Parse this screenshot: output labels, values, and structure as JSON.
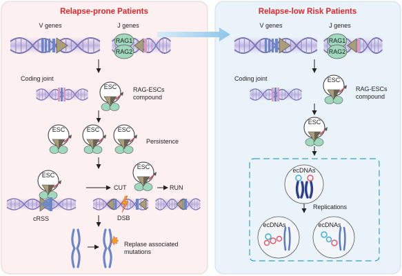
{
  "left_panel": {
    "title": "Relapse-prone Patients",
    "v_genes": "V genes",
    "j_genes": "J genes",
    "rag1": "RAG1",
    "rag2": "RAG2",
    "coding_joint": "Coding joint",
    "esc": "ESC",
    "rag_escs_compound": [
      "RAG-ESCs",
      "compound"
    ],
    "persistence": "Persistence",
    "cut": "CUT",
    "run": "RUN",
    "crss": "cRSS",
    "dsb": "DSB",
    "mutations": [
      "Replase associated",
      "mutations"
    ]
  },
  "right_panel": {
    "title": "Relapse-low Risk Patients",
    "v_genes": "V genes",
    "j_genes": "J genes",
    "rag1": "RAG1",
    "rag2": "RAG2",
    "coding_joint": "Coding joint",
    "esc": "ESC",
    "rag_escs_compound": [
      "RAG-ESCs",
      "compound"
    ],
    "ecdnas": "ecDNAs",
    "replications": "Replications"
  },
  "colors": {
    "left_bg": "#fdf0f0",
    "right_bg": "#eaf2fa",
    "title_red": "#e0262b",
    "rag_green": "#9fd8bd",
    "dna_purple": "#7d74b3",
    "segment_pink": "#d79ac4",
    "segment_blue": "#6a86c8",
    "dashed_teal": "#2fa4c4"
  }
}
